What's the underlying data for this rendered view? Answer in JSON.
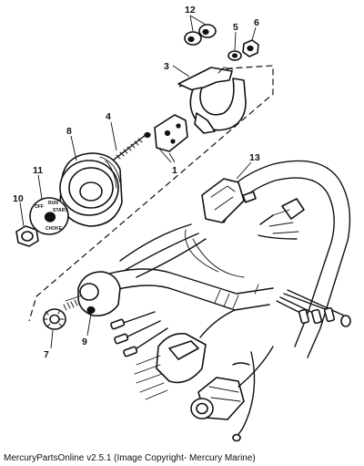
{
  "diagram": {
    "callouts": [
      "12",
      "5",
      "6",
      "3",
      "4",
      "8",
      "1",
      "11",
      "13",
      "10",
      "7",
      "9"
    ],
    "switch_face_words": [
      "OFF",
      "RUN",
      "START",
      "CHOKE"
    ]
  },
  "footer": {
    "caption": "MercuryPartsOnline v2.5.1 (Image Copyright- Mercury Marine)"
  }
}
